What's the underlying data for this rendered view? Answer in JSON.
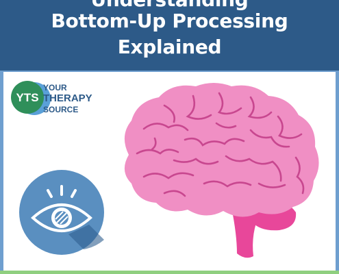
{
  "header": {
    "title_lines": [
      "Understanding",
      "Bottom-Up Processing",
      "Explained"
    ],
    "background": "#2d5a88",
    "text_color": "#ffffff"
  },
  "logo": {
    "badge": "YTS",
    "lines": [
      "YOUR",
      "THERAPY",
      "SOURCE"
    ],
    "badge_colors": [
      "#2f8f5a",
      "#5aa0d8"
    ]
  },
  "icons": {
    "eye": "eye-icon",
    "brain": "brain-illustration"
  },
  "colors": {
    "frame": "#6f9fcf",
    "bottom_bar": "#8fcf7f",
    "brain_pink": "#f08fc4",
    "brain_stem": "#e8479a",
    "eye_circle": "#5a8fc0"
  }
}
